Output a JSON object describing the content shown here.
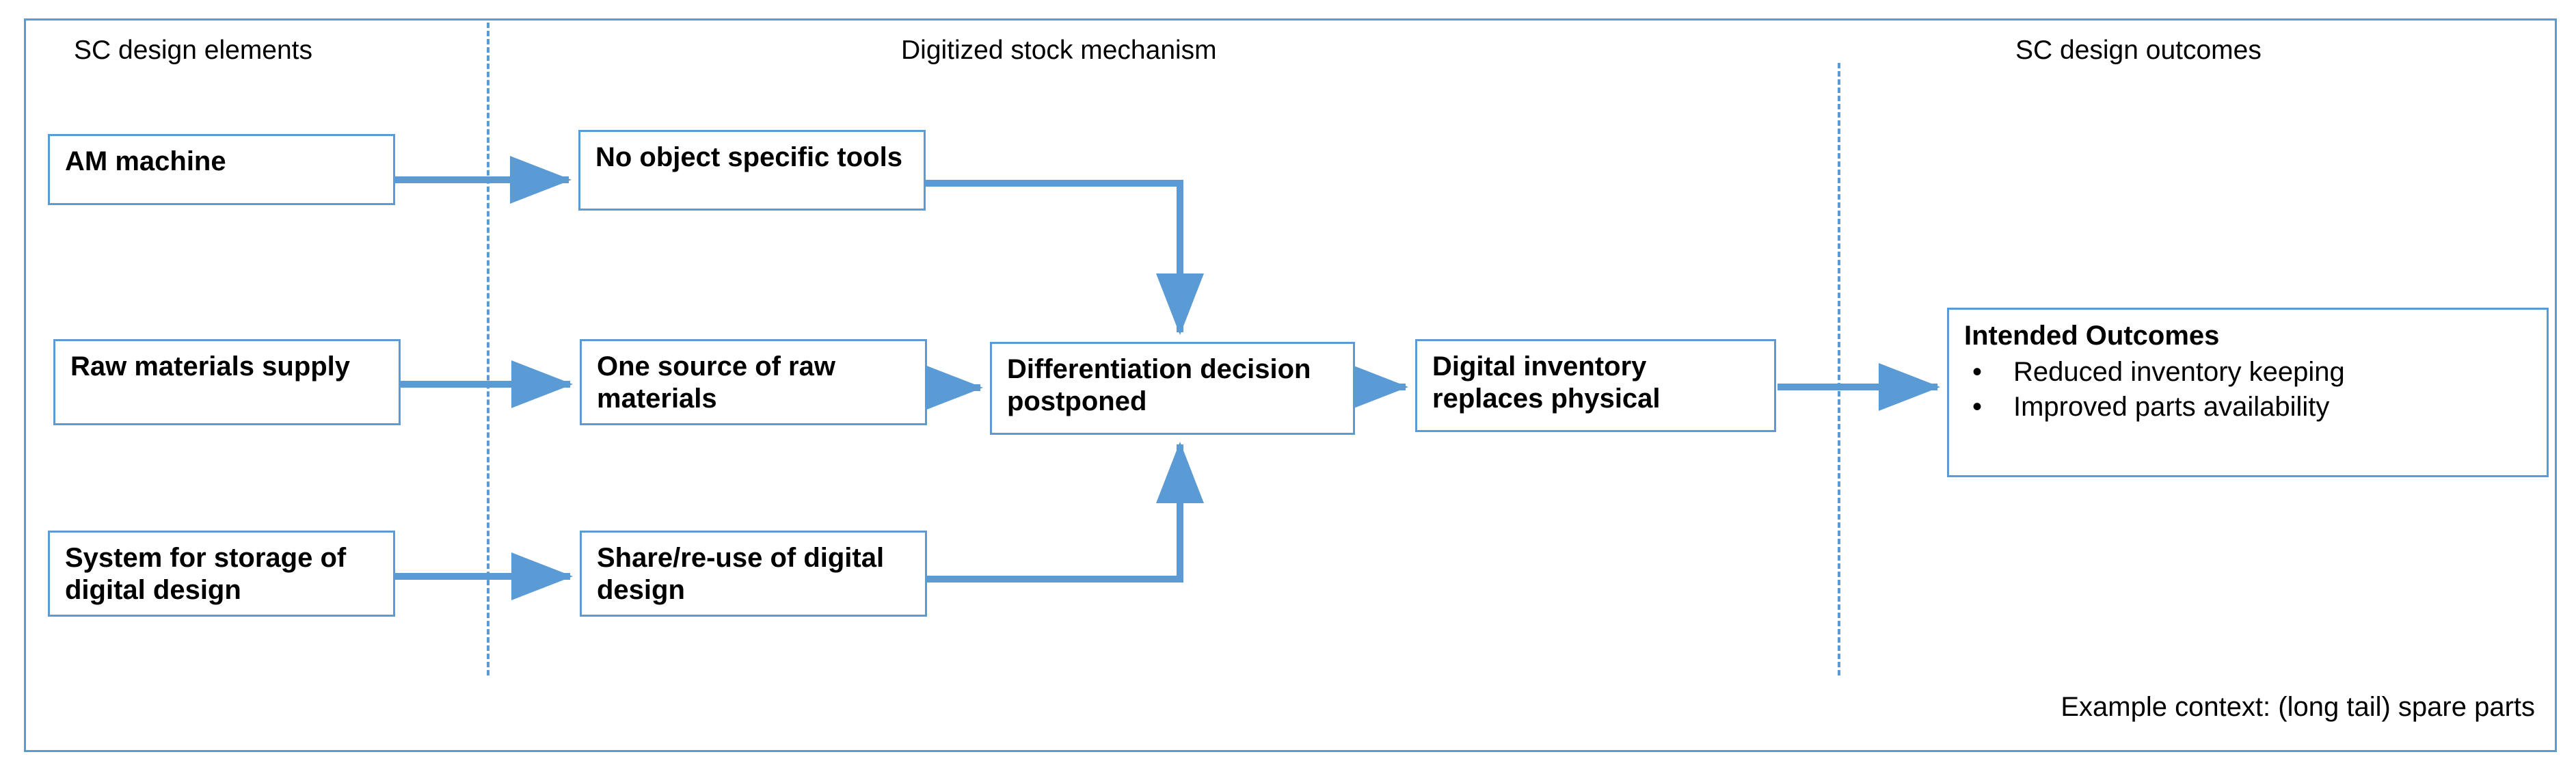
{
  "diagram": {
    "title_columns": {
      "left": "SC design elements",
      "middle": "Digitized stock mechanism",
      "right": "SC design outcomes"
    },
    "accent_color": "#5b9bd5",
    "text_color": "#000000",
    "background_color": "#ffffff"
  },
  "nodes": {
    "am_machine": "AM machine",
    "raw_materials_supply": "Raw materials supply",
    "storage_system": "System for storage of digital design",
    "no_object_specific_tools": "No object specific tools",
    "one_source_raw_materials": "One source of raw materials",
    "share_reuse_digital_design": "Share/re-use of digital design",
    "differentiation_postponed": "Differentiation decision postponed",
    "digital_inventory": "Digital inventory replaces physical"
  },
  "outcomes": {
    "title": "Intended Outcomes",
    "bullet_glyph": "•",
    "items": [
      "Reduced inventory keeping",
      "Improved parts availability"
    ]
  },
  "footer": {
    "caption": "Example context: (long tail) spare parts"
  },
  "connections": [
    {
      "from": "am_machine",
      "to": "no_object_specific_tools",
      "style": "straight-arrow"
    },
    {
      "from": "raw_materials_supply",
      "to": "one_source_raw_materials",
      "style": "straight-arrow"
    },
    {
      "from": "storage_system",
      "to": "share_reuse_digital_design",
      "style": "straight-arrow"
    },
    {
      "from": "no_object_specific_tools",
      "to": "differentiation_postponed",
      "style": "elbow-down-arrow"
    },
    {
      "from": "one_source_raw_materials",
      "to": "differentiation_postponed",
      "style": "straight-arrow"
    },
    {
      "from": "share_reuse_digital_design",
      "to": "differentiation_postponed",
      "style": "elbow-up-arrow"
    },
    {
      "from": "differentiation_postponed",
      "to": "digital_inventory",
      "style": "straight-arrow"
    },
    {
      "from": "digital_inventory",
      "to": "intended_outcomes",
      "style": "straight-arrow"
    }
  ]
}
